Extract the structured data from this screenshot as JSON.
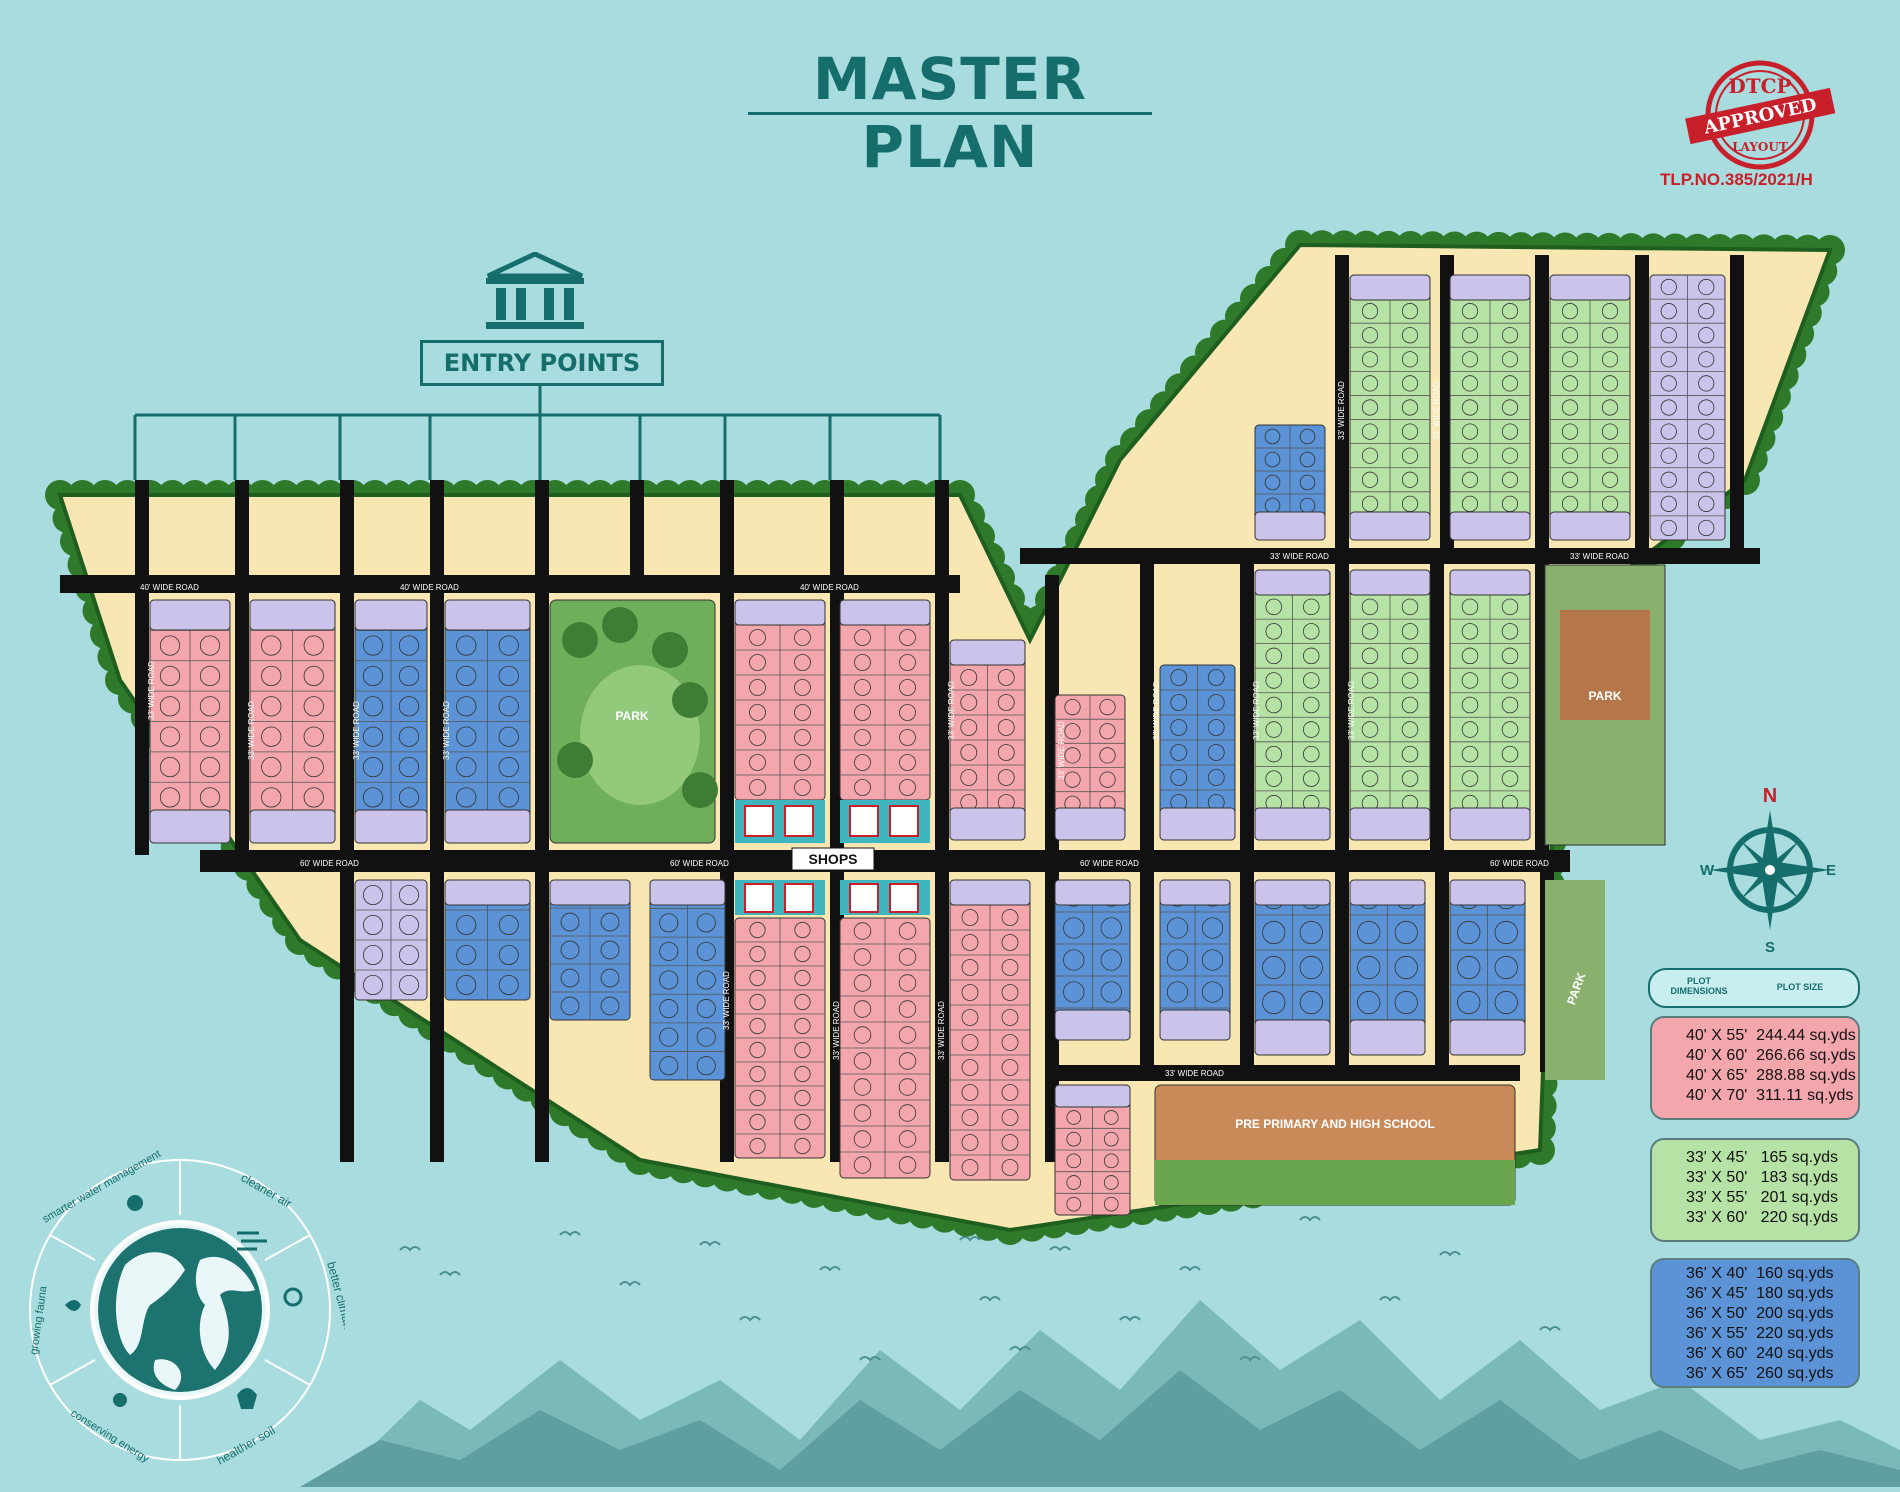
{
  "header": {
    "title": "MASTER PLAN",
    "stamp_top": "DTCP",
    "stamp_middle": "APPROVED",
    "stamp_bottom": "LAYOUT",
    "approval_number": "TLP.NO.385/2021/H"
  },
  "entry_points_label": "ENTRY POINTS",
  "roads": {
    "wide40": "40' WIDE ROAD",
    "wide60": "60' WIDE ROAD",
    "wide33": "33' WIDE ROAD"
  },
  "amenities": {
    "park": "PARK",
    "shops": "SHOPS",
    "school": "PRE PRIMARY AND HIGH SCHOOL"
  },
  "compass": {
    "north": "N",
    "south": "S",
    "east": "E",
    "west": "W"
  },
  "legend": {
    "header_left": "PLOT DIMENSIONS",
    "header_right": "PLOT SIZE",
    "groups": [
      {
        "color": "#f4a6ad",
        "rows": [
          "40' X 55'  244.44 sq.yds",
          "40' X 60'  266.66 sq.yds",
          "40' X 65'  288.88 sq.yds",
          "40' X 70'  311.11 sq.yds"
        ]
      },
      {
        "color": "#b6e3a5",
        "rows": [
          "33' X 45'   165 sq.yds",
          "33' X 50'   183 sq.yds",
          "33' X 55'   201 sq.yds",
          "33' X 60'   220 sq.yds"
        ]
      },
      {
        "color": "#5b93d6",
        "rows": [
          "36' X 40'  160 sq.yds",
          "36' X 45'  180 sq.yds",
          "36' X 50'  200 sq.yds",
          "36' X 55'  220 sq.yds",
          "36' X 60'  240 sq.yds",
          "36' X 65'  260 sq.yds"
        ]
      }
    ]
  },
  "eco": {
    "items": [
      "smarter water management",
      "cleaner air",
      "better climate",
      "healther soil",
      "conserving energy",
      "growing fauna"
    ]
  },
  "colors": {
    "background": "#a8dcdf",
    "teal": "#156e6b",
    "pink": "#f4a6ad",
    "green": "#b6e3a5",
    "blue": "#5b93d6",
    "lavender": "#cbc3ea",
    "cream": "#f8e7b2",
    "road": "#111111",
    "tree": "#2f7a2a"
  }
}
